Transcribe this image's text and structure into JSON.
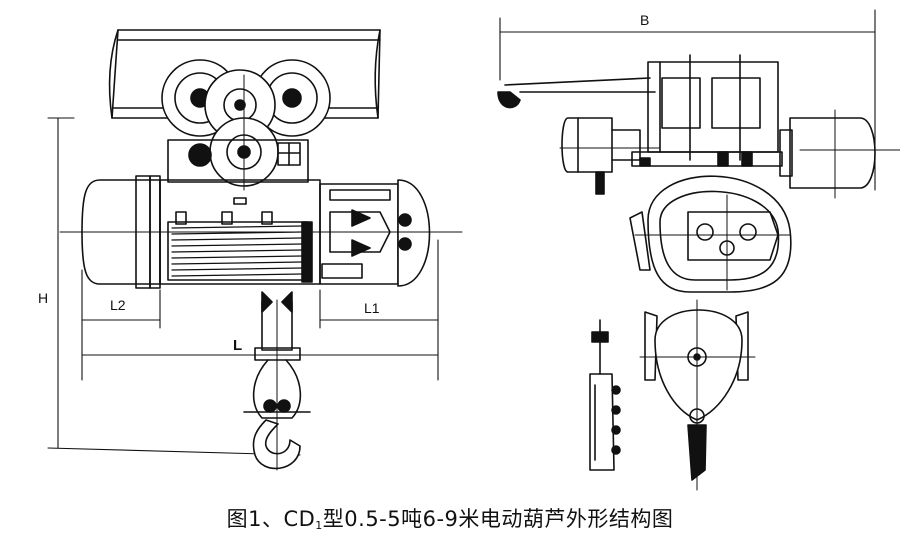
{
  "labels": {
    "B": "B",
    "H": "H",
    "L": "L",
    "L1": "L1",
    "L2": "L2"
  },
  "caption": {
    "prefix": "图1、CD",
    "subscript": "1",
    "suffix": "型0.5-5吨6-9米电动葫芦外形结构图"
  }
}
